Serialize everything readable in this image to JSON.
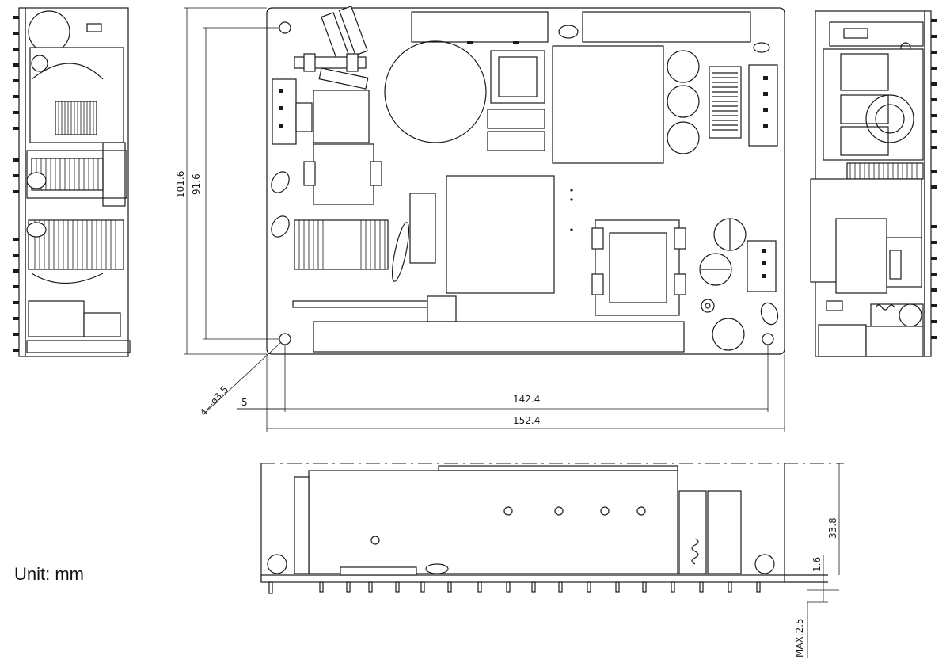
{
  "unit_note": "Unit: mm",
  "dimensions": {
    "overall_length": "152.4",
    "hole_spacing_x": "142.4",
    "overall_width": "101.6",
    "hole_spacing_y": "91.6",
    "edge_offset": "5",
    "mount_holes": "4—ø3.5",
    "height": "33.8",
    "pcb_thickness": "1.6",
    "pin_max": "MAX.2.5"
  }
}
